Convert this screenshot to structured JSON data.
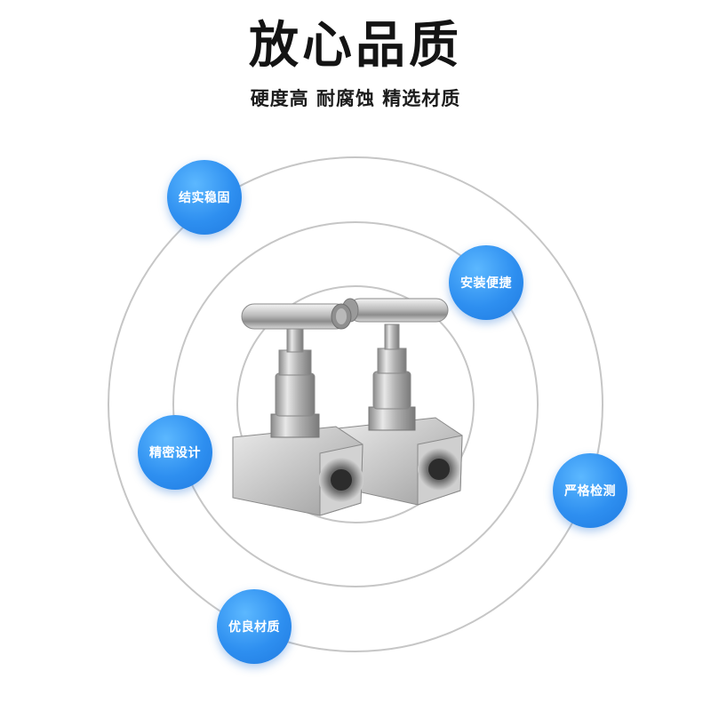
{
  "header": {
    "title": "放心品质",
    "subtitle": "硬度高 耐腐蚀 精选材质"
  },
  "features": [
    {
      "label": "结实稳固",
      "icon": "feature-badge"
    },
    {
      "label": "安装便捷",
      "icon": "feature-badge"
    },
    {
      "label": "精密设计",
      "icon": "feature-badge"
    },
    {
      "label": "严格检测",
      "icon": "feature-badge"
    },
    {
      "label": "优良材质",
      "icon": "feature-badge"
    }
  ],
  "colors": {
    "badge": "#2e8ff0",
    "ring": "#c9c9c9",
    "title": "#141414"
  },
  "product": {
    "icon": "double-needle-valve-image"
  }
}
